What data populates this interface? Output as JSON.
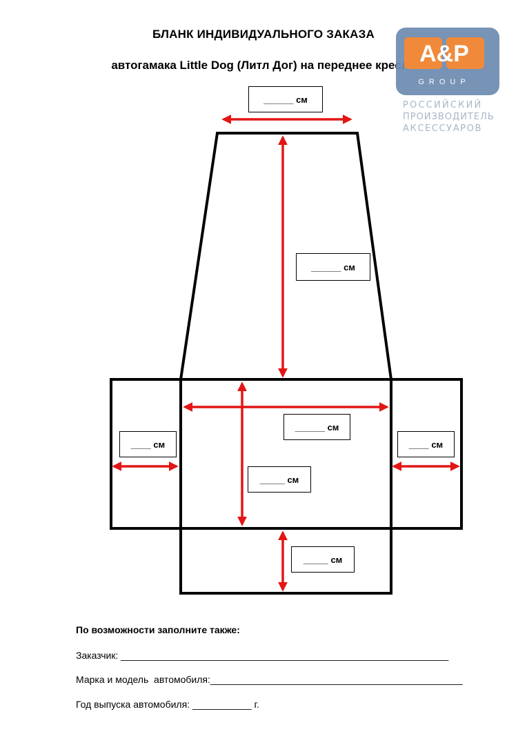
{
  "title": {
    "line1": "БЛАНК ИНДИВИДУАЛЬНОГО ЗАКАЗА",
    "line2": "автогамака Little Dog (Литл Дог) на переднее кресло"
  },
  "logo": {
    "mark": "A&P",
    "group": "GROUP",
    "tagline": [
      "РОССИЙСКИЙ",
      "ПРОИЗВОДИТЕЛЬ",
      "АКСЕССУАРОВ"
    ],
    "brand_color": "#F08a3a",
    "badge_color": "#6d8bb0"
  },
  "measurements": {
    "top_width": "______ см",
    "back_height": "______ см",
    "seat_width": "______ см",
    "seat_depth": "_____ см",
    "left_flap": "____ см",
    "right_flap": "____ см",
    "front_flap": "_____ см"
  },
  "form": {
    "heading": "По возможности заполните также:",
    "customer": "Заказчик: _____________________________________________________________",
    "model": "Марка и модель  автомобиля:_______________________________________________",
    "year": "Год выпуска автомобиля: ___________ г."
  },
  "colors": {
    "arrow": "#e31515",
    "outline": "#000000"
  }
}
